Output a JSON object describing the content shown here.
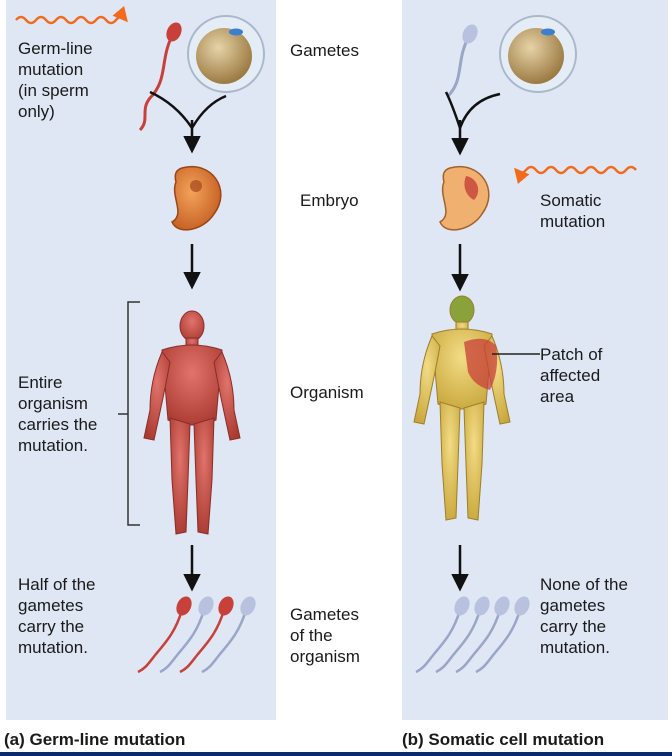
{
  "panel_a": {
    "caption": "(a) Germ-line mutation",
    "mutation_label": "Germ-line\nmutation\n(in sperm\nonly)",
    "organism_label": "Entire\norganism\ncarries the\nmutation.",
    "gametes_label": "Half of the\ngametes\ncarry the\nmutation."
  },
  "center": {
    "gametes": "Gametes",
    "embryo": "Embryo",
    "organism": "Organism",
    "organism_gametes": "Gametes\nof the\norganism"
  },
  "panel_b": {
    "caption": "(b) Somatic cell mutation",
    "mutation_label": "Somatic\nmutation",
    "patch_label": "Patch of\naffected\narea",
    "gametes_label": "None of the\ngametes\ncarry the\nmutation."
  },
  "colors": {
    "panel_bg": "#dfe6f4",
    "mutated_red": "#c8403a",
    "normal_yellow": "#e9cc5a",
    "mutation_arrow": "#f26a1b",
    "caption_bar": "#0b2a6e"
  }
}
